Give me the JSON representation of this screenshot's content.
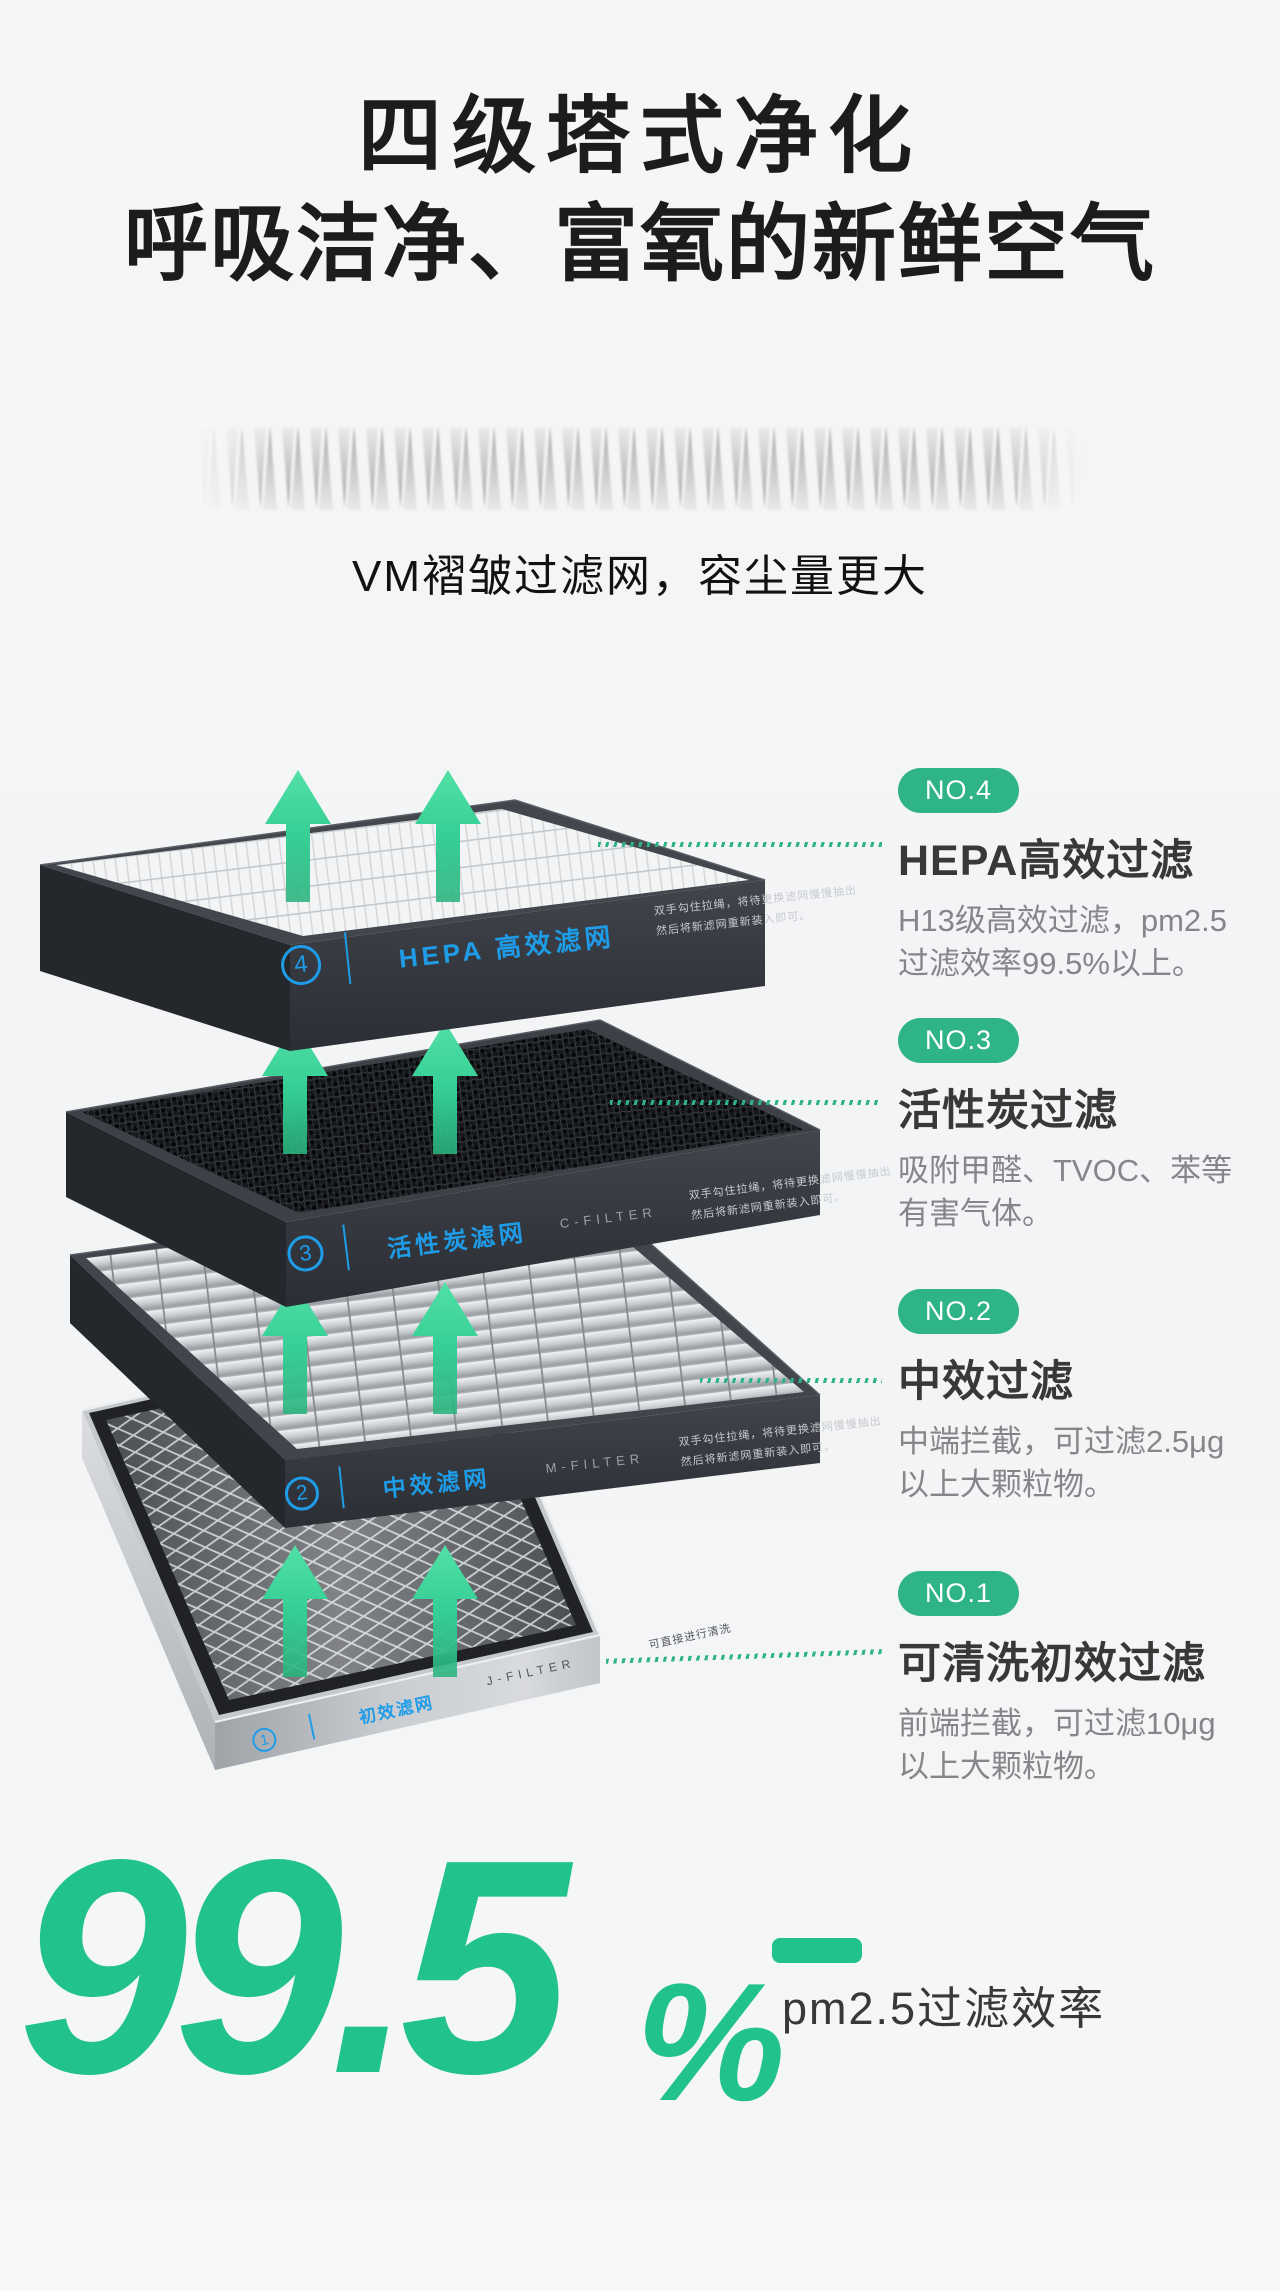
{
  "colors": {
    "accent_green": "#2eb487",
    "stat_green": "#22c28c",
    "label_blue": "#1e9ce8",
    "heading_dark": "#38383b",
    "body_gray": "#85868a"
  },
  "header": {
    "title_line1": "四级塔式净化",
    "title_line2": "呼吸洁净、富氧的新鲜空气",
    "subtitle": "VM褶皱过滤网，容尘量更大"
  },
  "filters": [
    {
      "num": "4",
      "label": "HEPA 高效滤网",
      "code": "",
      "note1": "双手勾住拉绳，将待更换滤网慢慢抽出",
      "note2": "然后将新滤网重新装入即可。"
    },
    {
      "num": "3",
      "label": "活性炭滤网",
      "code": "C-FILTER",
      "note1": "双手勾住拉绳，将待更换滤网慢慢抽出",
      "note2": "然后将新滤网重新装入即可。"
    },
    {
      "num": "2",
      "label": "中效滤网",
      "code": "M-FILTER",
      "note1": "双手勾住拉绳，将待更换滤网慢慢抽出",
      "note2": "然后将新滤网重新装入即可。"
    },
    {
      "num": "1",
      "label": "初效滤网",
      "code": "J-FILTER",
      "note1": "可直接进行清洗",
      "note2": ""
    }
  ],
  "callouts": [
    {
      "badge": "NO.4",
      "heading": "HEPA高效过滤",
      "desc_line1": "H13级高效过滤，pm2.5",
      "desc_line2": "过滤效率99.5%以上。"
    },
    {
      "badge": "NO.3",
      "heading": "活性炭过滤",
      "desc_line1": "吸附甲醛、TVOC、苯等",
      "desc_line2": "有害气体。"
    },
    {
      "badge": "NO.2",
      "heading": "中效过滤",
      "desc_line1": "中端拦截，可过滤2.5μg",
      "desc_line2": "以上大颗粒物。"
    },
    {
      "badge": "NO.1",
      "heading": "可清洗初效过滤",
      "desc_line1": "前端拦截，可过滤10μg",
      "desc_line2": "以上大颗粒物。"
    }
  ],
  "stat": {
    "value": "99.5",
    "unit": "%",
    "label": "pm2.5过滤效率"
  }
}
